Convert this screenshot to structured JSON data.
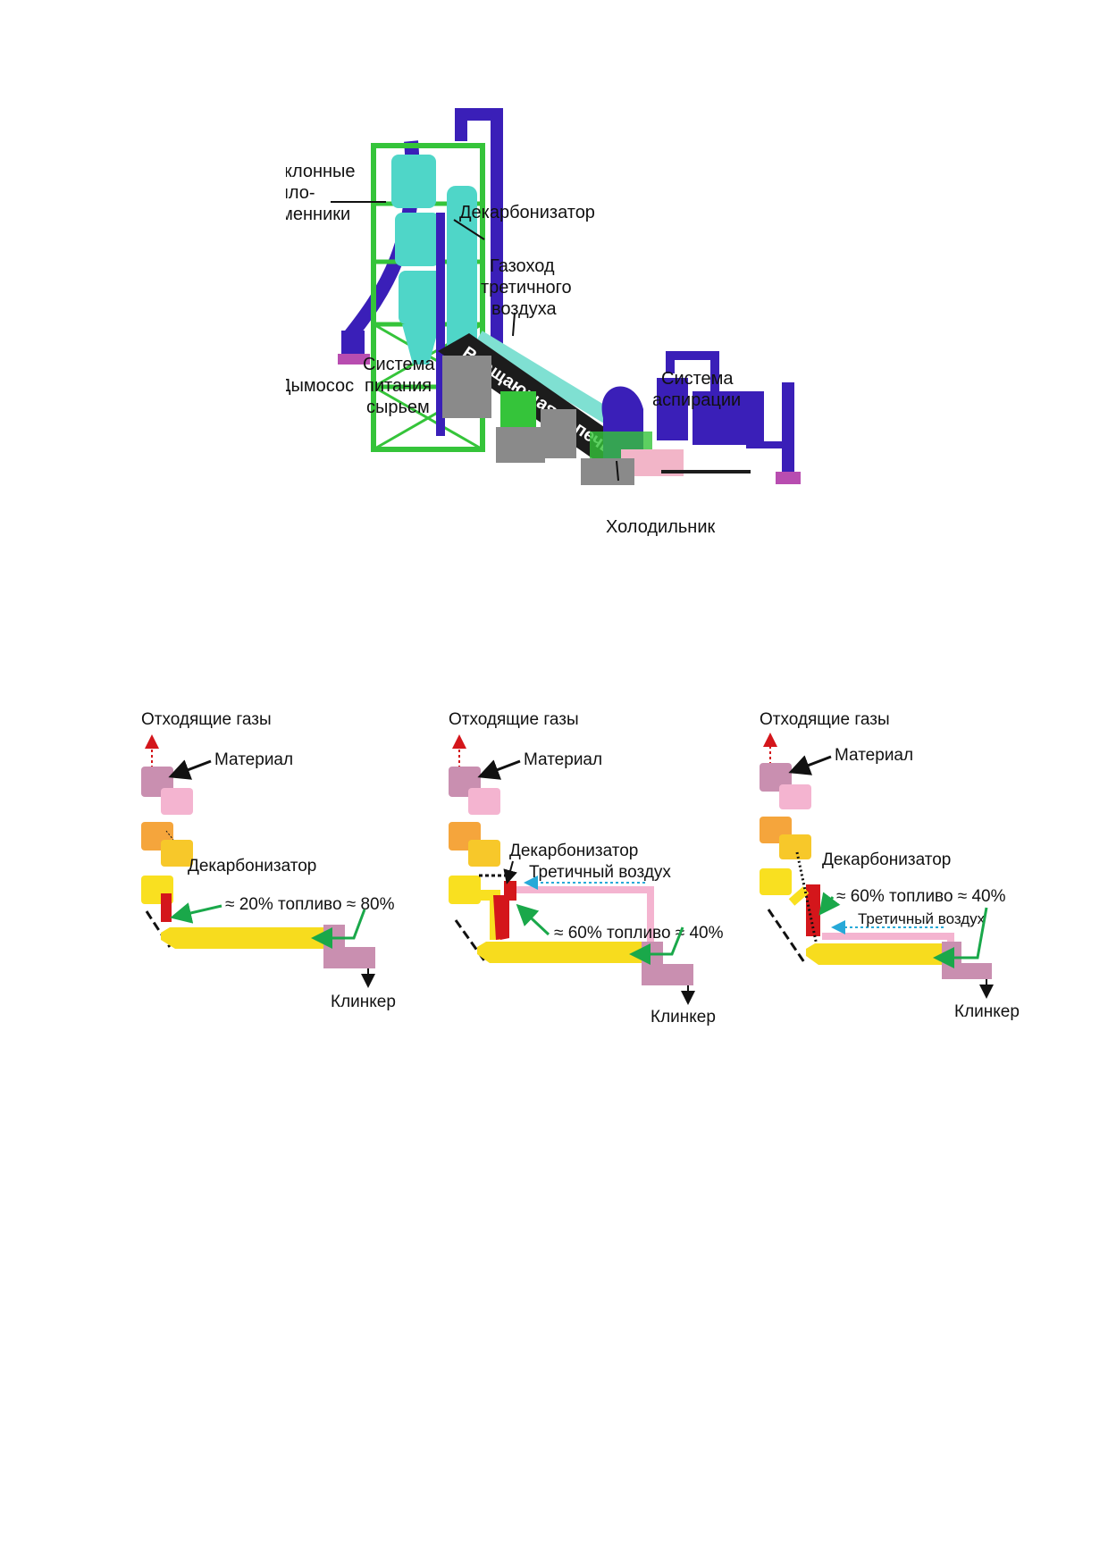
{
  "plant": {
    "labels": {
      "cyclones": [
        "Циклонные",
        "тепло-",
        "обменники"
      ],
      "decarbonizer": "Декарбонизатор",
      "tertiary_duct": [
        "Газоход",
        "третичного",
        "воздуха"
      ],
      "exhaust_fan": "Дымосос",
      "feed_system": [
        "Система",
        "питания",
        "сырьем"
      ],
      "rotary_kiln": "Вращающаяся печь",
      "aspiration": [
        "Система",
        "аспирации"
      ],
      "cooler": "Холодильник"
    },
    "colors": {
      "steel_frame": "#35c43a",
      "cyclone": "#4fd6c8",
      "duct": "#3a1fb8",
      "kiln_shell": "#1c1c1c",
      "kiln_pipe": "#7fe0d2",
      "foundation": "#8a8a8a",
      "cooler_pink": "#f2b5c8"
    }
  },
  "schemes": {
    "common": {
      "exhaust": "Отходящие газы",
      "material": "Материал",
      "decarbonizer": "Декарбонизатор",
      "clinker": "Клинкер",
      "tertiary": "Третичный воздух"
    },
    "scheme1": {
      "fuel_text": "≈ 20% топливо ≈ 80%"
    },
    "scheme2": {
      "fuel_text": "≈ 60% топливо ≈ 40%"
    },
    "scheme3": {
      "fuel_text": "≈ 60% топливо ≈ 40%"
    },
    "colors": {
      "stage1": "#c98fb0",
      "stage2": "#f4b4d0",
      "stage3": "#f5a53c",
      "stage4": "#f7c82a",
      "stage5": "#f9e020",
      "kiln": "#f7dc1e",
      "calciner": "#d4161b",
      "cooler": "#c98fb0",
      "tertiary_duct": "#f4b4d0",
      "green_arrow": "#1aa84a",
      "tertiary_arrow": "#27a9d8",
      "exhaust_arrow": "#d4161b"
    }
  }
}
